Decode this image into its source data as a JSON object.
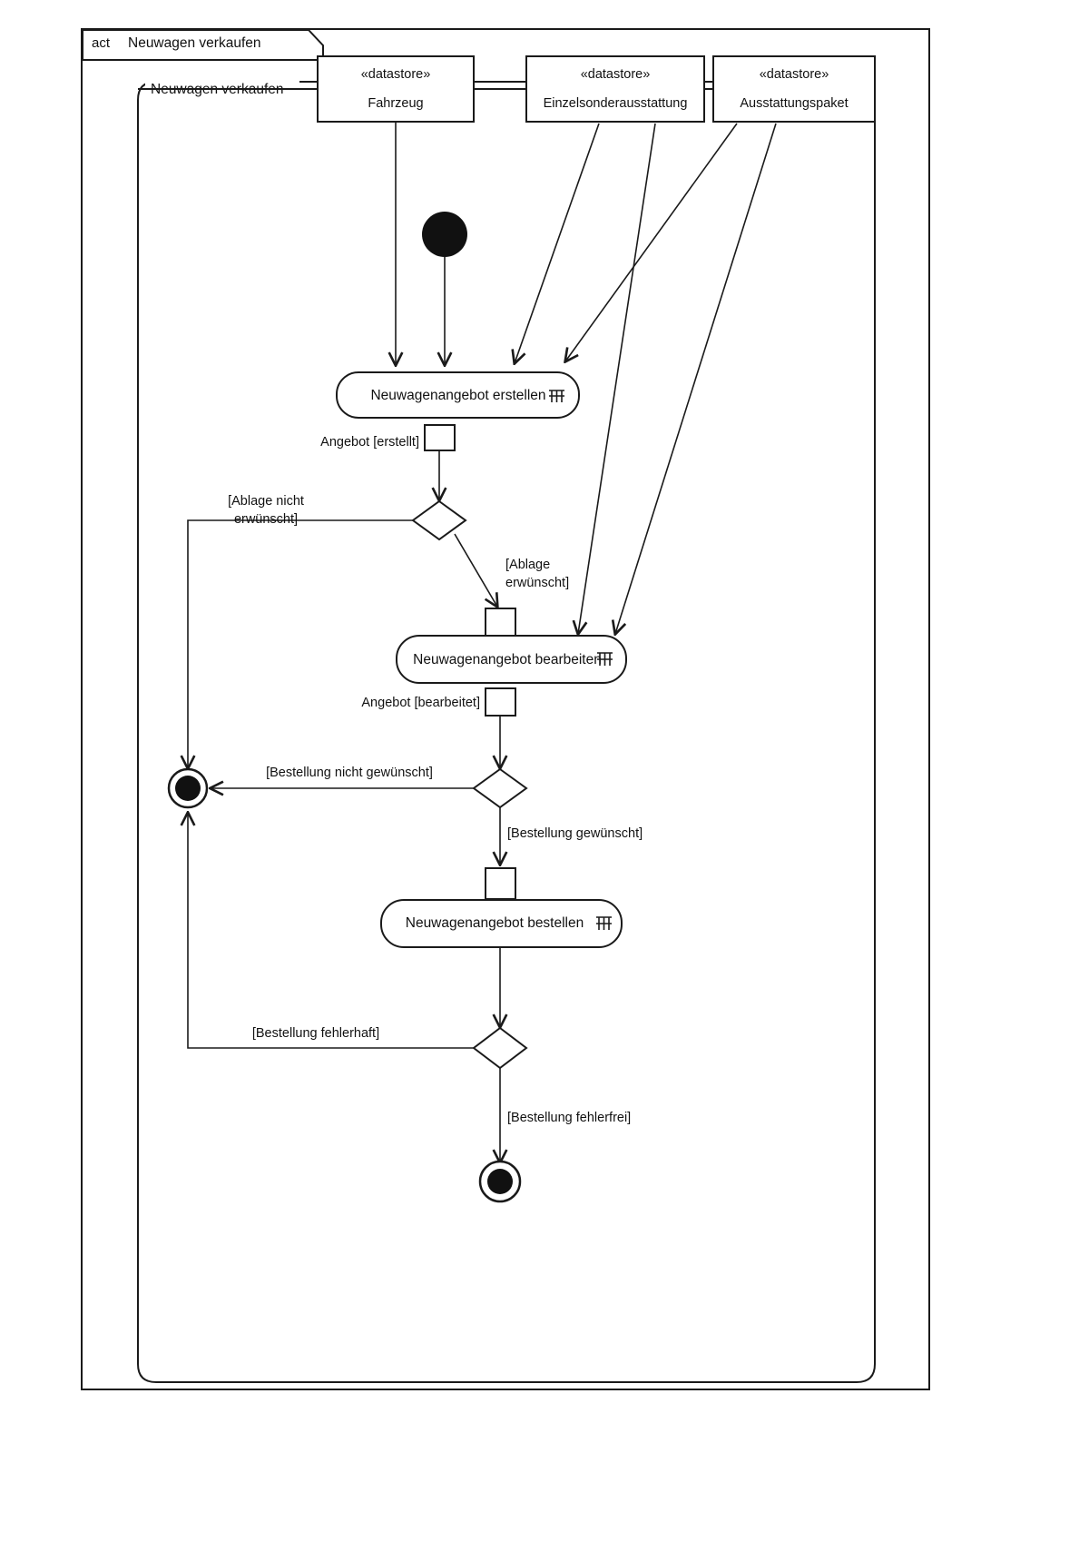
{
  "diagram": {
    "kind_keyword": "act",
    "title": "Neuwagen verkaufen",
    "inner_frame_label": "Neuwagen verkaufen",
    "colors": {
      "line": "#1a1a1a",
      "fill": "#ffffff",
      "solid": "#111111"
    }
  },
  "datastores": [
    {
      "stereotype": "«datastore»",
      "name": "Fahrzeug"
    },
    {
      "stereotype": "«datastore»",
      "name": "Einzelsonderausstattung"
    },
    {
      "stereotype": "«datastore»",
      "name": "Ausstattungspaket"
    }
  ],
  "actions": [
    {
      "label": "Neuwagenangebot erstellen",
      "icon": "rake-icon"
    },
    {
      "label": "Neuwagenangebot bearbeiten",
      "icon": "rake-icon"
    },
    {
      "label": "Neuwagenangebot bestellen",
      "icon": "rake-icon"
    }
  ],
  "object_flows": [
    {
      "label": "Angebot [erstellt]"
    },
    {
      "label": "Angebot [bearbeitet]"
    }
  ],
  "guards": [
    {
      "label": "[Ablage nicht",
      "label2": "erwünscht]"
    },
    {
      "label": "[Ablage",
      "label2": "erwünscht]"
    },
    {
      "label": "[Bestellung nicht gewünscht]"
    },
    {
      "label": "[Bestellung gewünscht]"
    },
    {
      "label": "[Bestellung fehlerhaft]"
    },
    {
      "label": "[Bestellung fehlerfrei]"
    }
  ],
  "nodes": {
    "initial": "initial-node",
    "flow_final": "flow-final-node",
    "activity_final": "activity-final-node",
    "decisions": [
      "ablage-decision",
      "bestellung-decision",
      "fehler-decision"
    ]
  }
}
